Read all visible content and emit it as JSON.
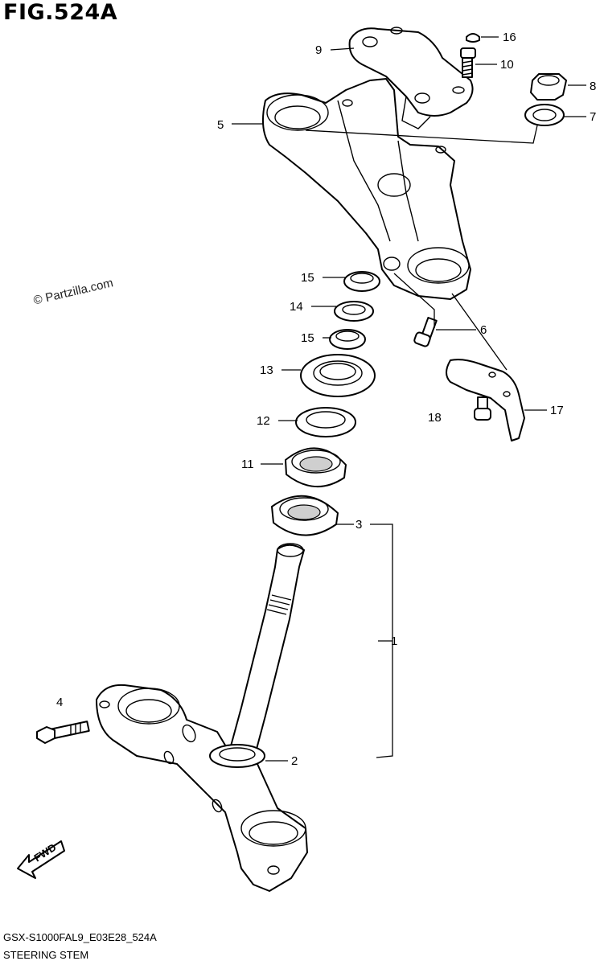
{
  "figure_title": "FIG.524A",
  "copyright": "© Partzilla.com",
  "footer": {
    "code": "GSX-S1000FAL9_E03E28_524A",
    "name": "STEERING STEM"
  },
  "fwd_label": "FWD",
  "callouts": [
    {
      "id": "1",
      "label": "1"
    },
    {
      "id": "2",
      "label": "2"
    },
    {
      "id": "3",
      "label": "3"
    },
    {
      "id": "4",
      "label": "4"
    },
    {
      "id": "5",
      "label": "5"
    },
    {
      "id": "6",
      "label": "6"
    },
    {
      "id": "7",
      "label": "7"
    },
    {
      "id": "8",
      "label": "8"
    },
    {
      "id": "9",
      "label": "9"
    },
    {
      "id": "10",
      "label": "10"
    },
    {
      "id": "11",
      "label": "11"
    },
    {
      "id": "12",
      "label": "12"
    },
    {
      "id": "13",
      "label": "13"
    },
    {
      "id": "14",
      "label": "14"
    },
    {
      "id": "15a",
      "label": "15"
    },
    {
      "id": "15b",
      "label": "15"
    },
    {
      "id": "16",
      "label": "16"
    },
    {
      "id": "17",
      "label": "17"
    },
    {
      "id": "18",
      "label": "18"
    }
  ]
}
